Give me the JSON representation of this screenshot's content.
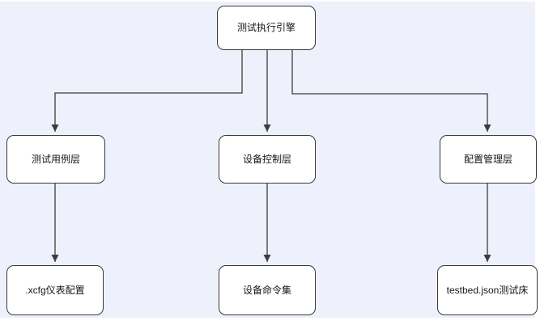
{
  "canvas": {
    "background": "#eef1fb",
    "node_fill": "#ffffff",
    "node_border_color": "#383838",
    "connector_color": "#3c3c3c",
    "text_color": "#161616"
  },
  "diagram": {
    "root": {
      "label": "测试执行引擎"
    },
    "layers": [
      {
        "label": "测试用例层"
      },
      {
        "label": "设备控制层"
      },
      {
        "label": "配置管理层"
      }
    ],
    "artifacts": [
      {
        "label": ".xcfg仪表配置"
      },
      {
        "label": "设备命令集"
      },
      {
        "label": "testbed.json测试床"
      }
    ]
  }
}
